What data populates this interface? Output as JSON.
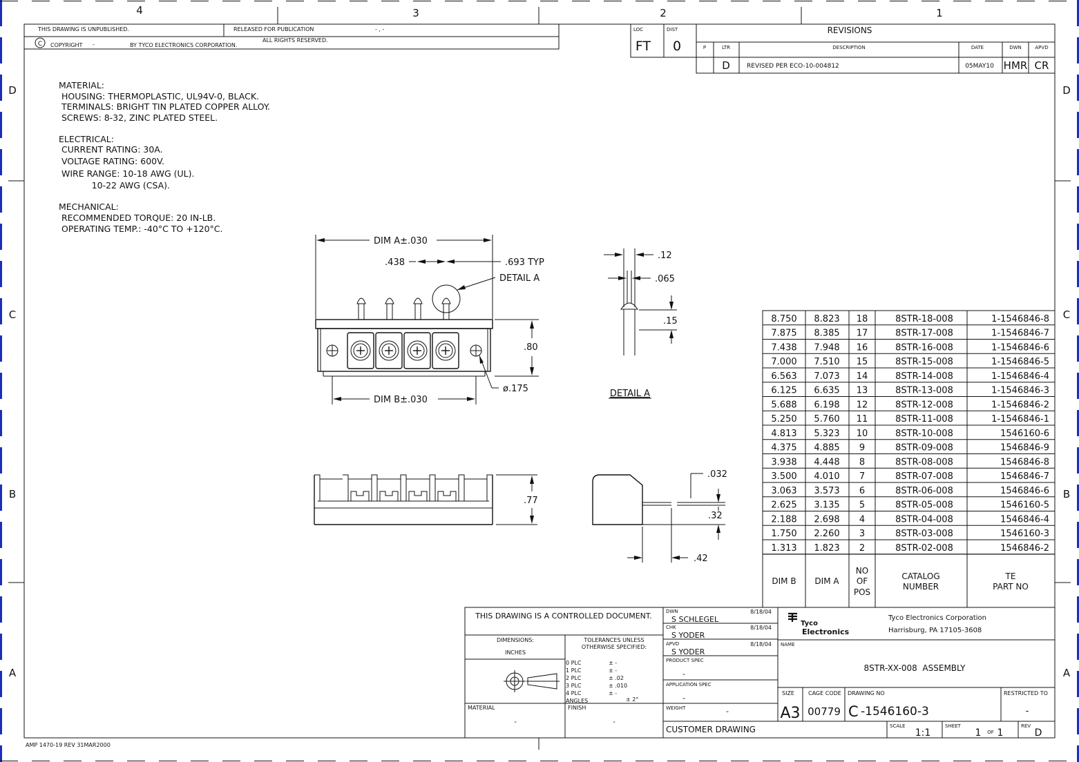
{
  "zones": {
    "top": [
      "4",
      "3",
      "2",
      "1"
    ],
    "side": [
      "D",
      "C",
      "B",
      "A"
    ]
  },
  "header": {
    "unpublished": "THIS DRAWING IS UNPUBLISHED.",
    "released": "RELEASED FOR PUBLICATION",
    "released_date": "- , -",
    "copyright_symbol": "C",
    "copyright": "COPYRIGHT",
    "copyright_dash": "-",
    "by_company": "BY TYCO ELECTRONICS CORPORATION.",
    "rights": "ALL RIGHTS RESERVED."
  },
  "loc_dist": {
    "loc_label": "LOC",
    "loc_value": "FT",
    "dist_label": "DIST",
    "dist_value": "0"
  },
  "revisions": {
    "title": "REVISIONS",
    "headers": {
      "p": "P",
      "ltr": "LTR",
      "description": "DESCRIPTION",
      "date": "DATE",
      "dwn": "DWN",
      "apvd": "APVD"
    },
    "row": {
      "ltr": "D",
      "description": "REVISED PER ECO-10-004812",
      "date": "05MAY10",
      "dwn": "HMR",
      "apvd": "CR"
    }
  },
  "notes": [
    "MATERIAL:",
    " HOUSING: THERMOPLASTIC, UL94V-0, BLACK.",
    " TERMINALS: BRIGHT TIN PLATED COPPER ALLOY.",
    " SCREWS: 8-32, ZINC PLATED STEEL.",
    "",
    "ELECTRICAL:",
    " CURRENT RATING: 30A.",
    " VOLTAGE RATING: 600V.",
    " WIRE RANGE: 10-18 AWG (UL).",
    "            10-22 AWG (CSA).",
    "",
    "MECHANICAL:",
    " RECOMMENDED TORQUE: 20 IN-LB.",
    " OPERATING TEMP.: -40°C TO +120°C."
  ],
  "dims": {
    "dim_a": "DIM A±.030",
    "pitch": ".438",
    "typ": ".693 TYP",
    "detail_ref": "DETAIL A",
    "height": ".80",
    "hole": "ø.175",
    "dim_b": "DIM B±.030",
    "side_height": ".77",
    "d12": ".12",
    "d065": ".065",
    "d15": ".15",
    "detail_title": "DETAIL A",
    "d032": ".032",
    "d32": ".32",
    "d42": ".42"
  },
  "part_table": {
    "headers": {
      "dim_b": "DIM B",
      "dim_a": "DIM A",
      "no_pos": [
        "NO",
        "OF",
        "POS"
      ],
      "catalog": [
        "CATALOG",
        "NUMBER"
      ],
      "te": [
        "TE",
        "PART NO"
      ]
    },
    "rows": [
      [
        "8.750",
        "8.823",
        "18",
        "8STR-18-008",
        "1-1546846-8"
      ],
      [
        "7.875",
        "8.385",
        "17",
        "8STR-17-008",
        "1-1546846-7"
      ],
      [
        "7.438",
        "7.948",
        "16",
        "8STR-16-008",
        "1-1546846-6"
      ],
      [
        "7.000",
        "7.510",
        "15",
        "8STR-15-008",
        "1-1546846-5"
      ],
      [
        "6.563",
        "7.073",
        "14",
        "8STR-14-008",
        "1-1546846-4"
      ],
      [
        "6.125",
        "6.635",
        "13",
        "8STR-13-008",
        "1-1546846-3"
      ],
      [
        "5.688",
        "6.198",
        "12",
        "8STR-12-008",
        "1-1546846-2"
      ],
      [
        "5.250",
        "5.760",
        "11",
        "8STR-11-008",
        "1-1546846-1"
      ],
      [
        "4.813",
        "5.323",
        "10",
        "8STR-10-008",
        "1546160-6"
      ],
      [
        "4.375",
        "4.885",
        "9",
        "8STR-09-008",
        "1546846-9"
      ],
      [
        "3.938",
        "4.448",
        "8",
        "8STR-08-008",
        "1546846-8"
      ],
      [
        "3.500",
        "4.010",
        "7",
        "8STR-07-008",
        "1546846-7"
      ],
      [
        "3.063",
        "3.573",
        "6",
        "8STR-06-008",
        "1546846-6"
      ],
      [
        "2.625",
        "3.135",
        "5",
        "8STR-05-008",
        "1546160-5"
      ],
      [
        "2.188",
        "2.698",
        "4",
        "8STR-04-008",
        "1546846-4"
      ],
      [
        "1.750",
        "2.260",
        "3",
        "8STR-03-008",
        "1546160-3"
      ],
      [
        "1.313",
        "1.823",
        "2",
        "8STR-02-008",
        "1546846-2"
      ]
    ]
  },
  "title_block": {
    "controlled": "THIS DRAWING IS A CONTROLLED DOCUMENT.",
    "dimensions_label": "DIMENSIONS:",
    "dimensions_value": "INCHES",
    "tolerances": [
      "TOLERANCES UNLESS",
      "OTHERWISE SPECIFIED:"
    ],
    "tol_rows": [
      [
        "0 PLC",
        "± -"
      ],
      [
        "1 PLC",
        "± -"
      ],
      [
        "2 PLC",
        "± .02"
      ],
      [
        "3 PLC",
        "± .010"
      ],
      [
        "4 PLC",
        "± -"
      ],
      [
        "ANGLES",
        "± 2°"
      ]
    ],
    "material_label": "MATERIAL",
    "material_value": "-",
    "finish_label": "FINISH",
    "finish_value": "-",
    "dwn_label": "DWN",
    "dwn_name": "S SCHLEGEL",
    "dwn_date": "8/18/04",
    "chk_label": "CHK",
    "chk_name": "S YODER",
    "chk_date": "8/18/04",
    "apvd_label": "APVD",
    "apvd_name": "S YODER",
    "apvd_date": "8/18/04",
    "product_spec_label": "PRODUCT SPEC",
    "product_spec_value": "-",
    "application_spec_label": "APPLICATION SPEC",
    "application_spec_value": "-",
    "weight_label": "WEIGHT",
    "weight_value": "-",
    "logo": [
      "Tyco",
      "Electronics"
    ],
    "company": "Tyco Electronics Corporation",
    "address": "Harrisburg, PA 17105-3608",
    "name_label": "NAME",
    "name_value": "8STR-XX-008  ASSEMBLY",
    "size_label": "SIZE",
    "size_value": "A3",
    "cage_label": "CAGE CODE",
    "cage_value": "00779",
    "drawing_no_label": "DRAWING NO",
    "drawing_prefix": "C",
    "drawing_no_value": "-1546160-3",
    "restricted_label": "RESTRICTED TO",
    "restricted_value": "-",
    "customer": "CUSTOMER DRAWING",
    "scale_label": "SCALE",
    "scale_value": "1:1",
    "sheet_label": "SHEET",
    "sheet_value": "1",
    "sheet_of": "OF",
    "sheet_total": "1",
    "rev_label": "REV",
    "rev_value": "D"
  },
  "footer": "AMP 1470-19 REV 31MAR2000"
}
